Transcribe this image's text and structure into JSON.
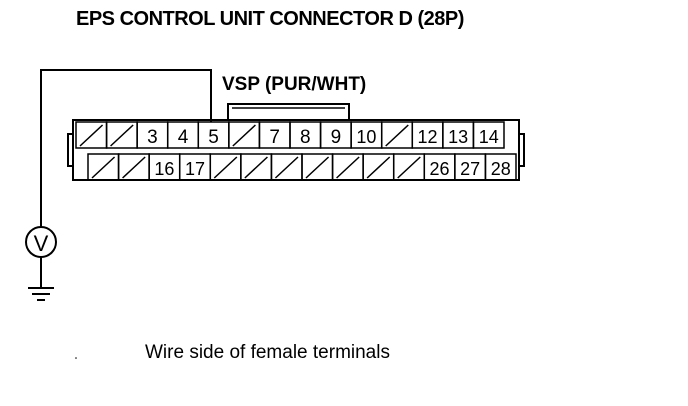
{
  "title": "EPS CONTROL UNIT CONNECTOR D (28P)",
  "signal_label": "VSP (PUR/WHT)",
  "caption": "Wire side of female terminals",
  "meter_symbol": "V",
  "icons": {
    "meter": "voltmeter-icon",
    "ground": "ground-icon"
  },
  "connector": {
    "pin_count": 28,
    "probe_pin": "5",
    "rows": [
      [
        "",
        "",
        "3",
        "4",
        "5",
        "",
        "7",
        "8",
        "9",
        "10",
        "",
        "12",
        "13",
        "14"
      ],
      [
        "",
        "",
        "16",
        "17",
        "",
        "",
        "",
        "",
        "",
        "",
        "",
        "26",
        "27",
        "28"
      ]
    ]
  }
}
